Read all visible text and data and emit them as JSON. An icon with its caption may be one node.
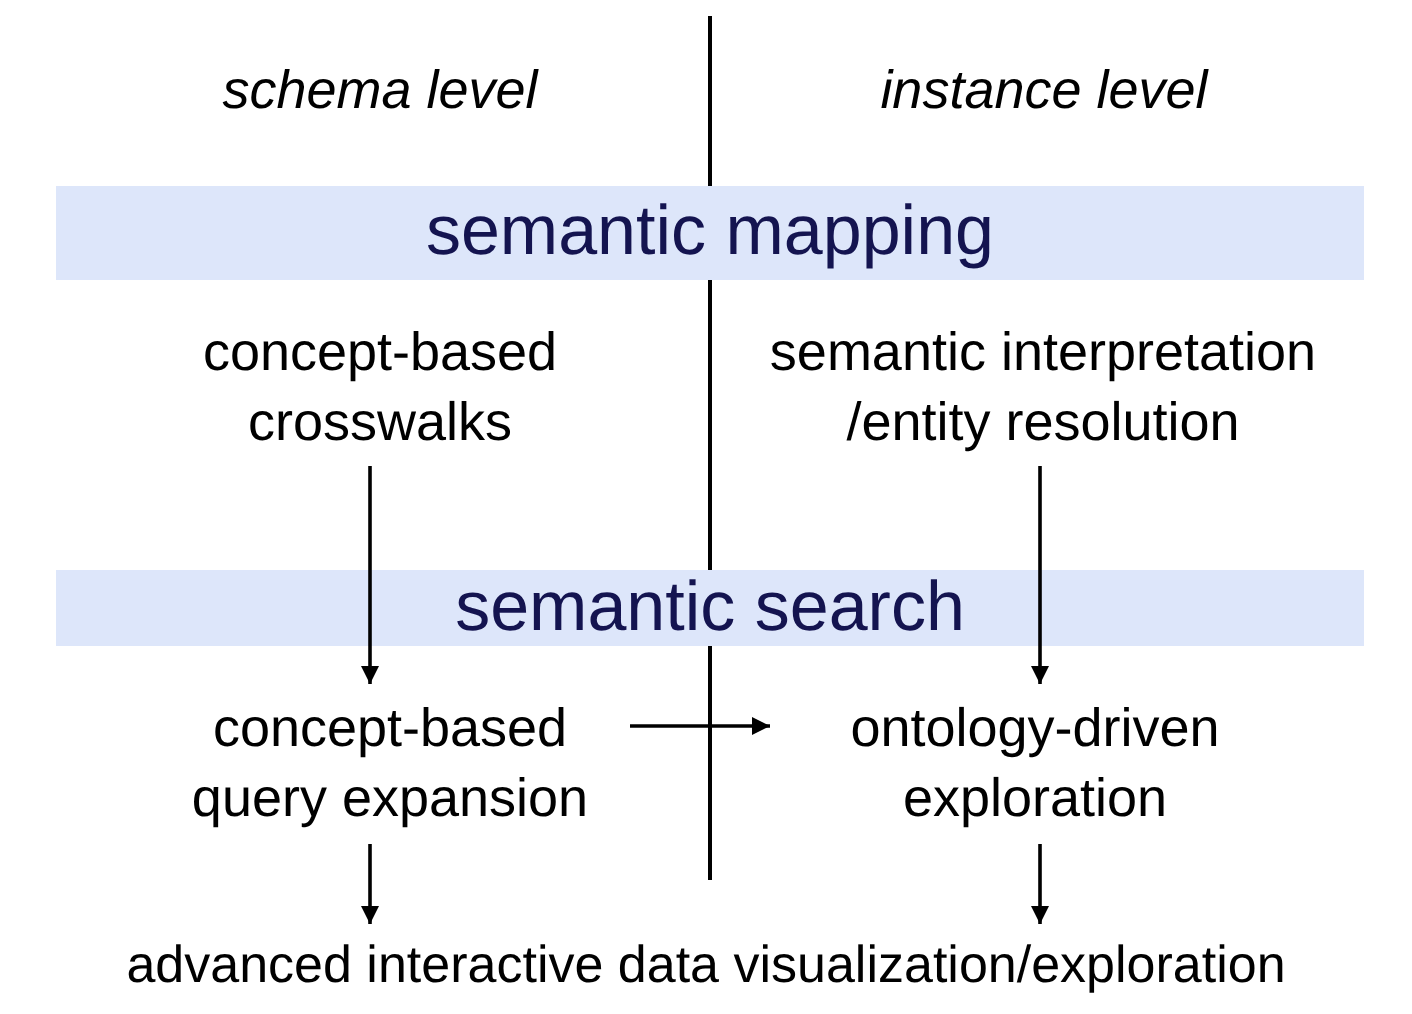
{
  "diagram": {
    "nodes": [
      {
        "text": [
          "semantic mapping"
        ]
      },
      {
        "text": [
          "concept-based crosswalks"
        ]
      },
      {
        "text": [
          "semantic interpretation /entity resolution"
        ]
      },
      {
        "text": [
          "semantic search"
        ]
      },
      {
        "text": [
          "concept-based query expansion"
        ]
      },
      {
        "text": [
          "ontology-driven exploration"
        ]
      },
      {
        "text": [
          "advanced interactive data visualization/exploration"
        ]
      }
    ],
    "edges": [
      {
        "from": 1,
        "to": 4,
        "arrow": "to"
      },
      {
        "from": 2,
        "to": 5,
        "arrow": "to"
      },
      {
        "from": 4,
        "to": 5,
        "arrow": "to"
      },
      {
        "from": 4,
        "to": 6,
        "arrow": "to"
      },
      {
        "from": 5,
        "to": 6,
        "arrow": "to"
      }
    ],
    "labels": [
      "schema level",
      "instance level"
    ]
  }
}
